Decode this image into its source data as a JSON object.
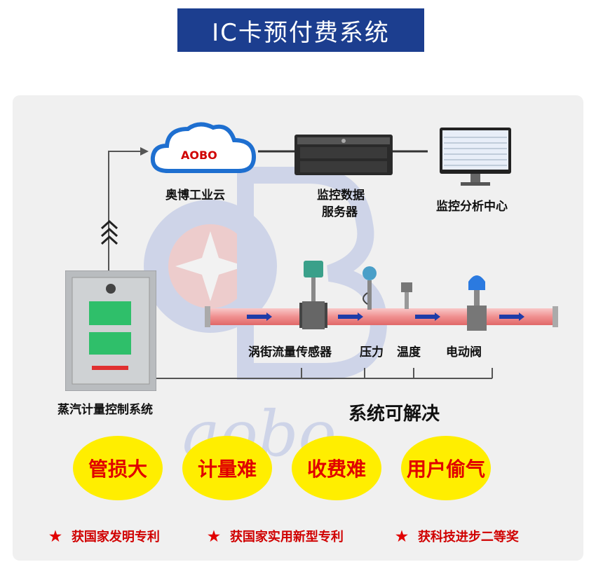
{
  "title": "IC卡预付费系统",
  "nodes": {
    "cloud_logo": "AOBO",
    "cloud_label": "奥博工业云",
    "server_label_line1": "监控数据",
    "server_label_line2": "服务器",
    "monitor_label": "监控分析中心",
    "cabinet_label": "蒸汽计量控制系统"
  },
  "pipeline_labels": {
    "vortex": "涡街流量传感器",
    "pressure": "压力",
    "temperature": "温度",
    "valve": "电动阀"
  },
  "solves_heading": "系统可解决",
  "problems": [
    "管损大",
    "计量难",
    "收费难",
    "用户偷气"
  ],
  "awards": [
    "获国家发明专利",
    "获国家实用新型专利",
    "获科技进步二等奖"
  ],
  "colors": {
    "banner": "#1c3e8f",
    "bubble": "#ffee00",
    "problem_text": "#e10000",
    "pipe": "#f0a0a0",
    "star": "#e10000"
  },
  "icons": {
    "star": "★",
    "up_arrows": "chevron-up-icon"
  }
}
